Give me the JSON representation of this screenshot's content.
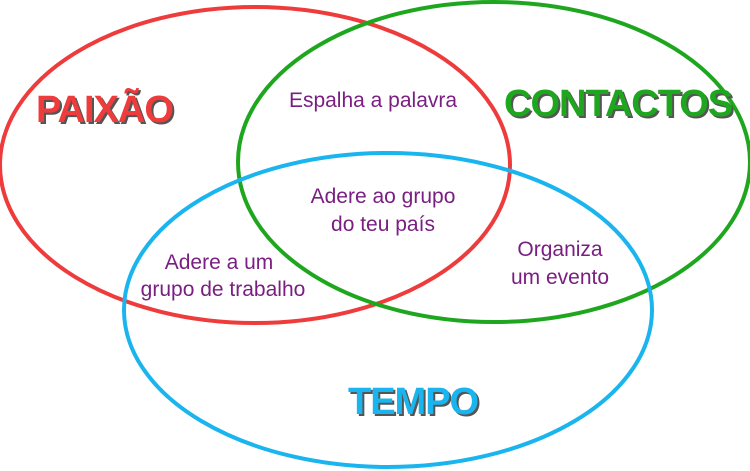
{
  "sets": [
    {
      "id": "paixao",
      "label": "PAIXÃO",
      "color": "#ee3b3b"
    },
    {
      "id": "contactos",
      "label": "CONTACTOS",
      "color": "#1ea71e"
    },
    {
      "id": "tempo",
      "label": "TEMPO",
      "color": "#1ab4ee"
    }
  ],
  "regions": {
    "paixao_contactos": [
      "Espalha a palavra"
    ],
    "all_three": [
      "Adere ao grupo",
      "do teu país"
    ],
    "paixao_tempo": [
      "Adere a um",
      "grupo de trabalho"
    ],
    "contactos_tempo": [
      "Organiza",
      "um evento"
    ]
  },
  "colors": {
    "region_text": "#7a1f82",
    "label_shadow": "#555555"
  }
}
